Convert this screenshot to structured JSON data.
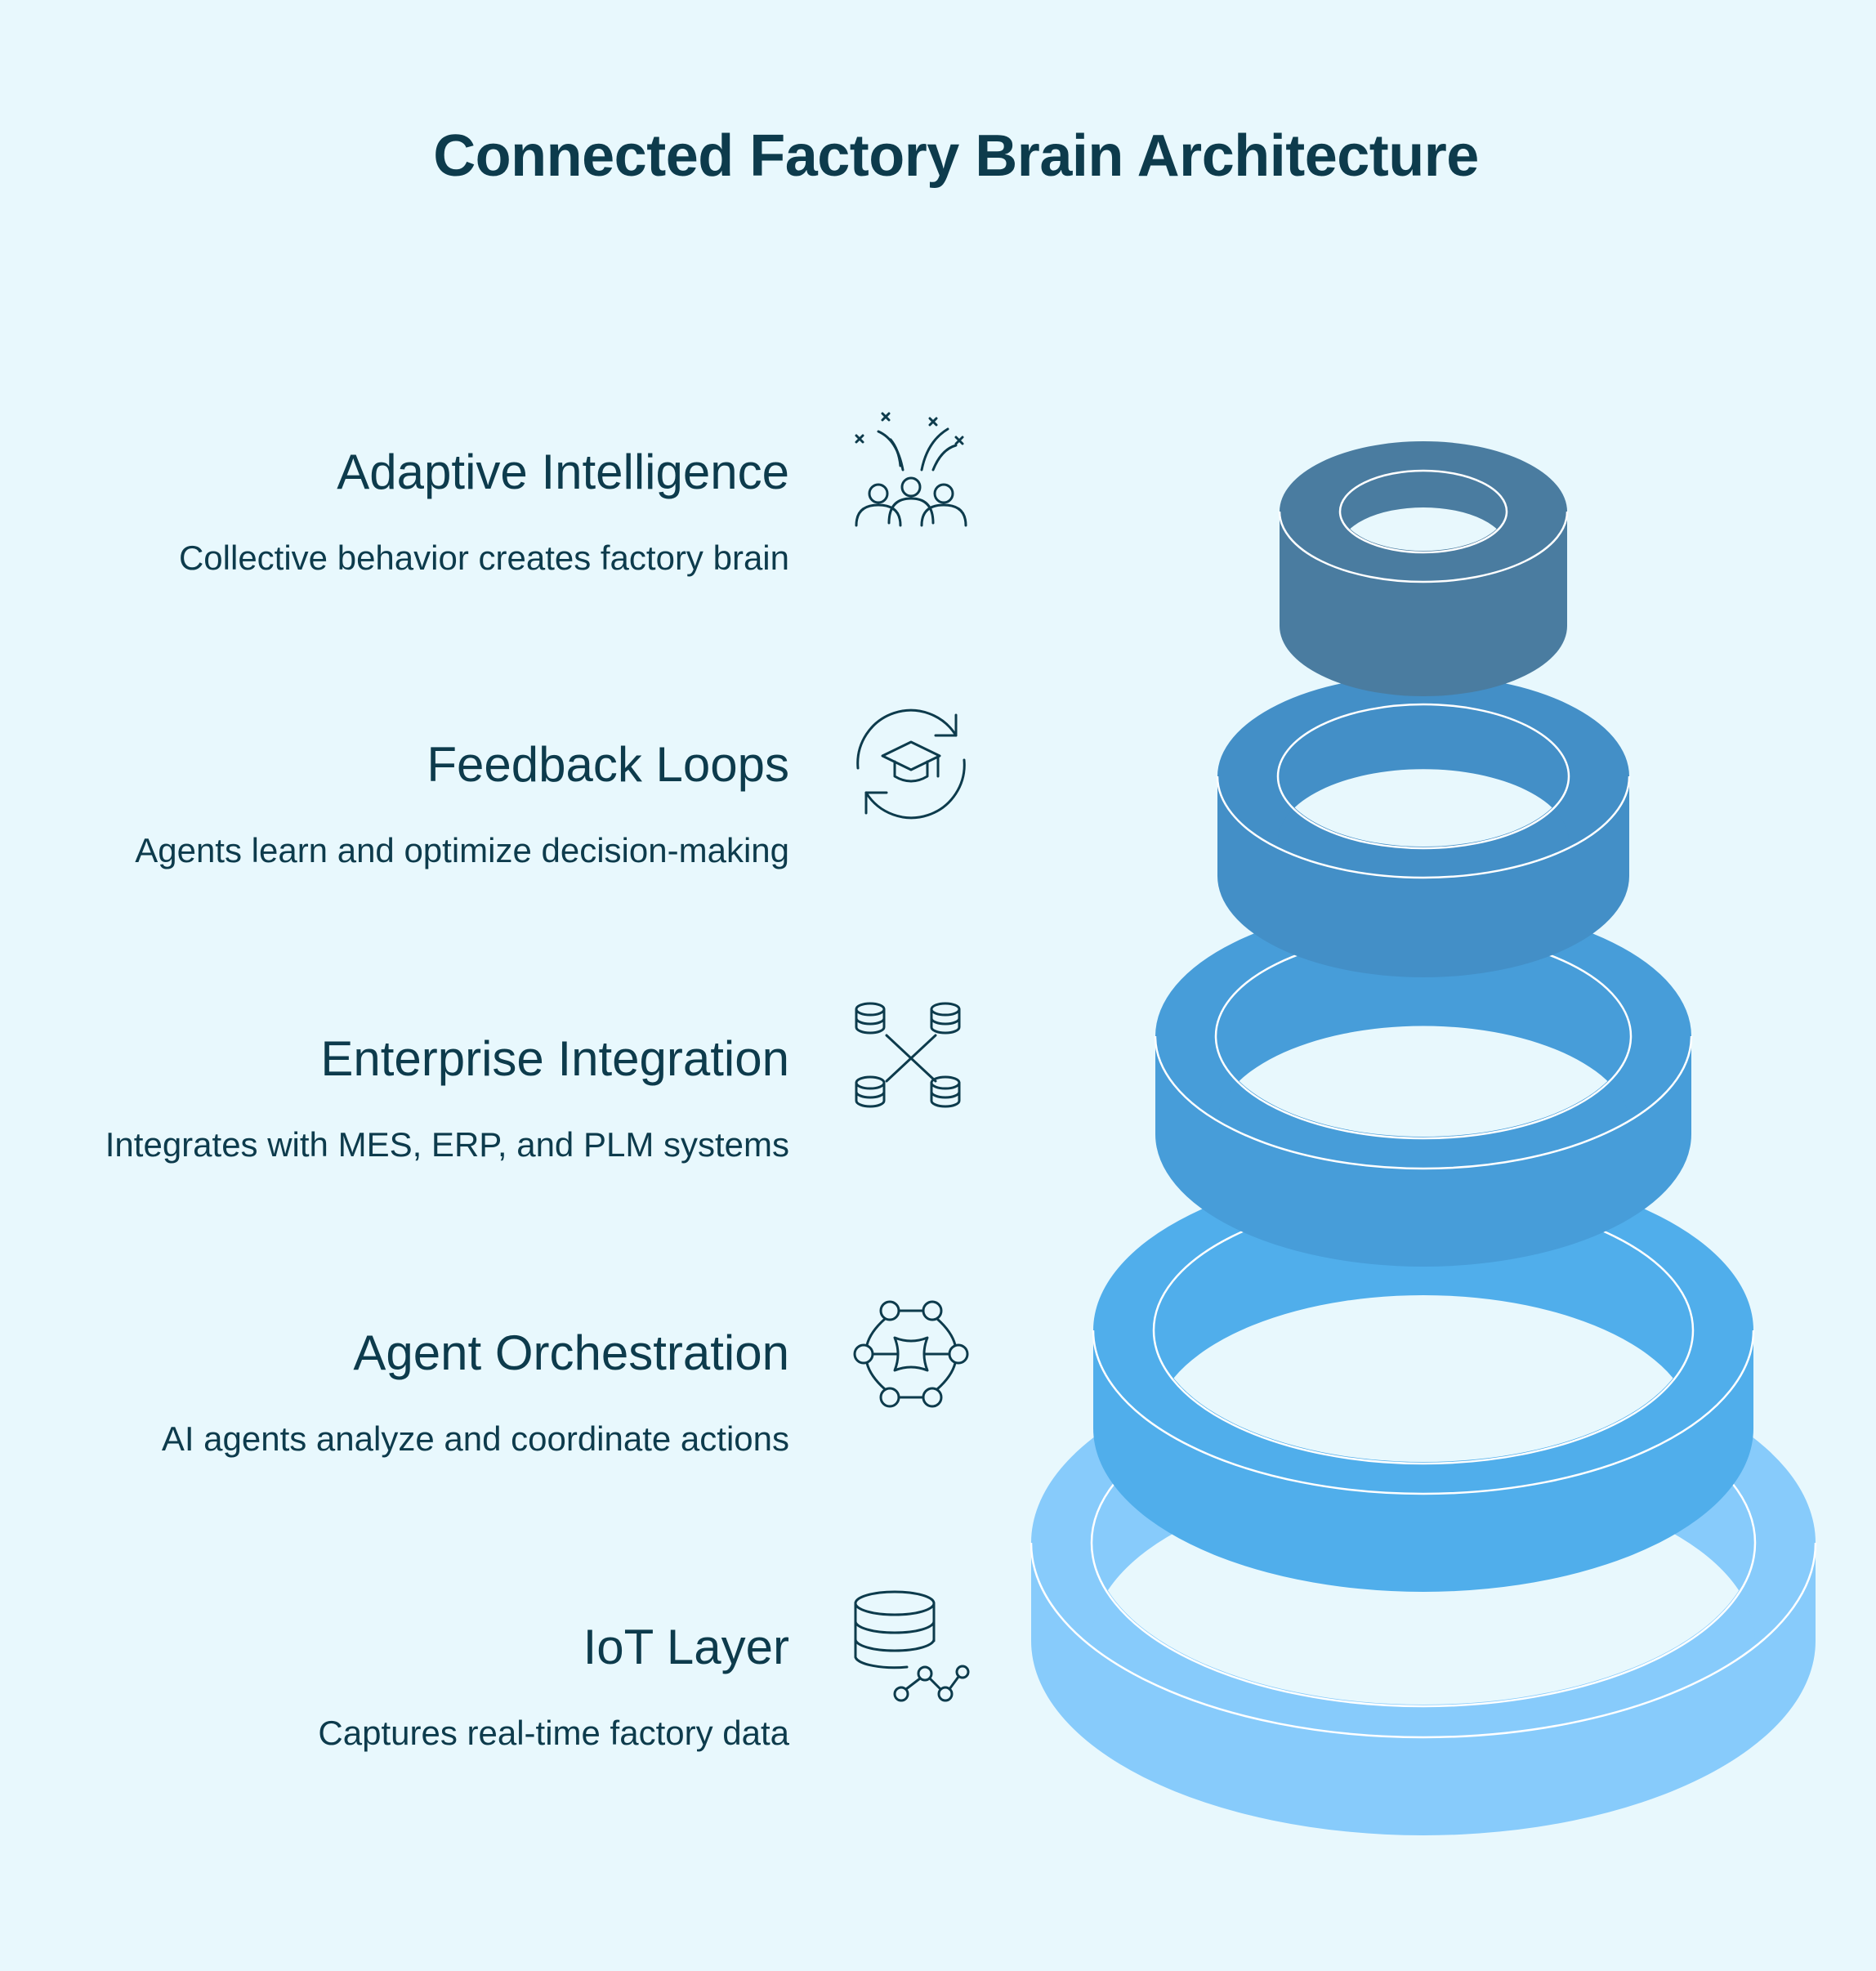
{
  "title": "Connected Factory Brain Architecture",
  "layers": [
    {
      "title": "Adaptive Intelligence",
      "description": "Collective behavior creates factory brain",
      "icon": "people-celebration-icon",
      "color": "#4a7ca0"
    },
    {
      "title": "Feedback Loops",
      "description": "Agents learn and optimize decision-making",
      "icon": "graduation-cap-cycle-icon",
      "color": "#438fc7"
    },
    {
      "title": "Enterprise Integration",
      "description": "Integrates with MES, ERP, and PLM systems",
      "icon": "database-network-icon",
      "color": "#479dd9"
    },
    {
      "title": "Agent Orchestration",
      "description": "AI agents analyze and coordinate actions",
      "icon": "agent-network-icon",
      "color": "#50aeeb"
    },
    {
      "title": "IoT Layer",
      "description": "Captures real-time factory data",
      "icon": "database-chart-icon",
      "color": "#87cbfb"
    }
  ],
  "colors": {
    "background": "#e8f8fd",
    "text": "#0d3b4c",
    "icon_stroke": "#0d3b4c",
    "ring_outline": "#ffffff"
  }
}
